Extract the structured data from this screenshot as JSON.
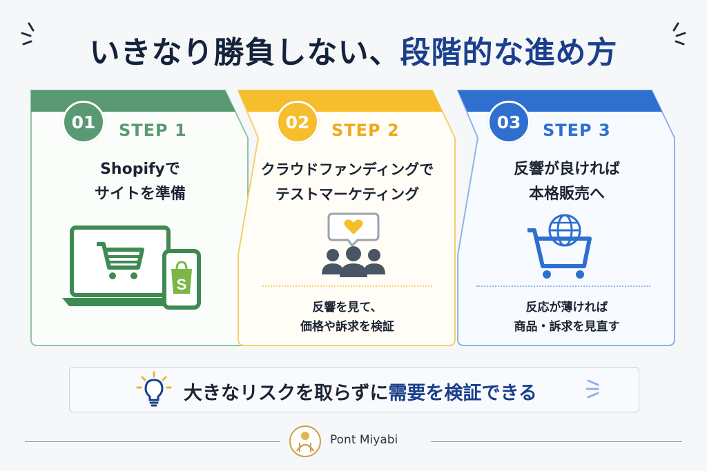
{
  "title": {
    "part1": "いきなり勝負しない、",
    "part2": "段階的な進め方"
  },
  "colors": {
    "green": "#5a9a72",
    "yellow": "#f6bd2c",
    "blue": "#2e6fd0",
    "navy": "#1a3f8c"
  },
  "steps": [
    {
      "num": "01",
      "label": "STEP 1",
      "title": "Shopifyで\nサイトを準備",
      "note": "",
      "icon": "laptop-cart-icon"
    },
    {
      "num": "02",
      "label": "STEP 2",
      "title": "クラウドファンディングで\nテストマーケティング",
      "note": "反響を見て、\n価格や訴求を検証",
      "icon": "audience-heart-icon"
    },
    {
      "num": "03",
      "label": "STEP 3",
      "title": "反響が良ければ\n本格販売へ",
      "note": "反応が薄ければ\n商品・訴求を見直す",
      "icon": "global-cart-icon"
    }
  ],
  "banner": {
    "part1": "大きなリスクを取らずに",
    "part2": "需要を検証できる"
  },
  "brand": {
    "name": "Pont Miyabi"
  }
}
